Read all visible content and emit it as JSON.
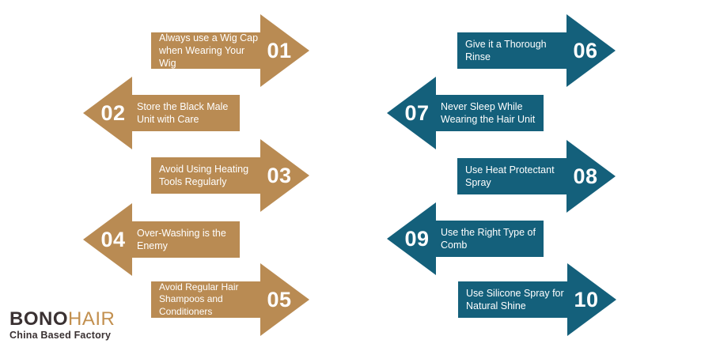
{
  "colors": {
    "tan": "#b98b53",
    "teal": "#14607b",
    "text_on_arrow": "#ffffff",
    "logo_dark": "#3a3132",
    "logo_gold": "#c28f4e",
    "background": "#ffffff"
  },
  "tips": [
    {
      "number": "01",
      "label": "Always use a Wig Cap\nwhen Wearing Your Wig",
      "color": "tan",
      "direction": "right"
    },
    {
      "number": "02",
      "label": "Store the Black Male\nUnit with Care",
      "color": "tan",
      "direction": "left"
    },
    {
      "number": "03",
      "label": "Avoid Using Heating\nTools Regularly",
      "color": "tan",
      "direction": "right"
    },
    {
      "number": "04",
      "label": "Over-Washing is the\nEnemy",
      "color": "tan",
      "direction": "left"
    },
    {
      "number": "05",
      "label": "Avoid Regular Hair\nShampoos and Conditioners",
      "color": "tan",
      "direction": "right"
    },
    {
      "number": "06",
      "label": "Give it a Thorough Rinse",
      "color": "teal",
      "direction": "right"
    },
    {
      "number": "07",
      "label": "Never Sleep While\nWearing the Hair Unit",
      "color": "teal",
      "direction": "left"
    },
    {
      "number": "08",
      "label": "Use Heat Protectant\nSpray",
      "color": "teal",
      "direction": "right"
    },
    {
      "number": "09",
      "label": "Use the Right Type of\nComb",
      "color": "teal",
      "direction": "left"
    },
    {
      "number": "10",
      "label": "Use Silicone Spray for\nNatural Shine",
      "color": "teal",
      "direction": "right"
    }
  ],
  "logo": {
    "brand_primary": "BONO",
    "brand_secondary": "HAIR",
    "tagline": "China Based Factory"
  }
}
